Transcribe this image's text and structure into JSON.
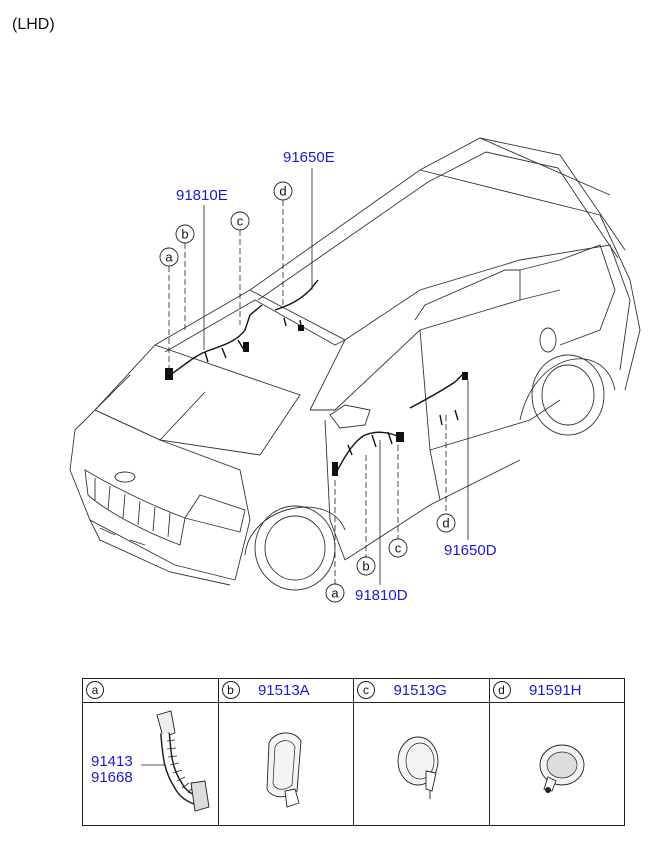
{
  "header": {
    "variant": "(LHD)"
  },
  "diagram": {
    "labels": {
      "pn_91650E": "91650E",
      "pn_91810E": "91810E",
      "pn_91650D": "91650D",
      "pn_91810D": "91810D"
    },
    "callouts": {
      "a": "a",
      "b": "b",
      "c": "c",
      "d": "d"
    }
  },
  "parts_table": {
    "columns": [
      {
        "letter": "a",
        "part": ""
      },
      {
        "letter": "b",
        "part": "91513A"
      },
      {
        "letter": "c",
        "part": "91513G"
      },
      {
        "letter": "d",
        "part": "91591H"
      }
    ],
    "a_parts": [
      "91413",
      "91668"
    ]
  }
}
